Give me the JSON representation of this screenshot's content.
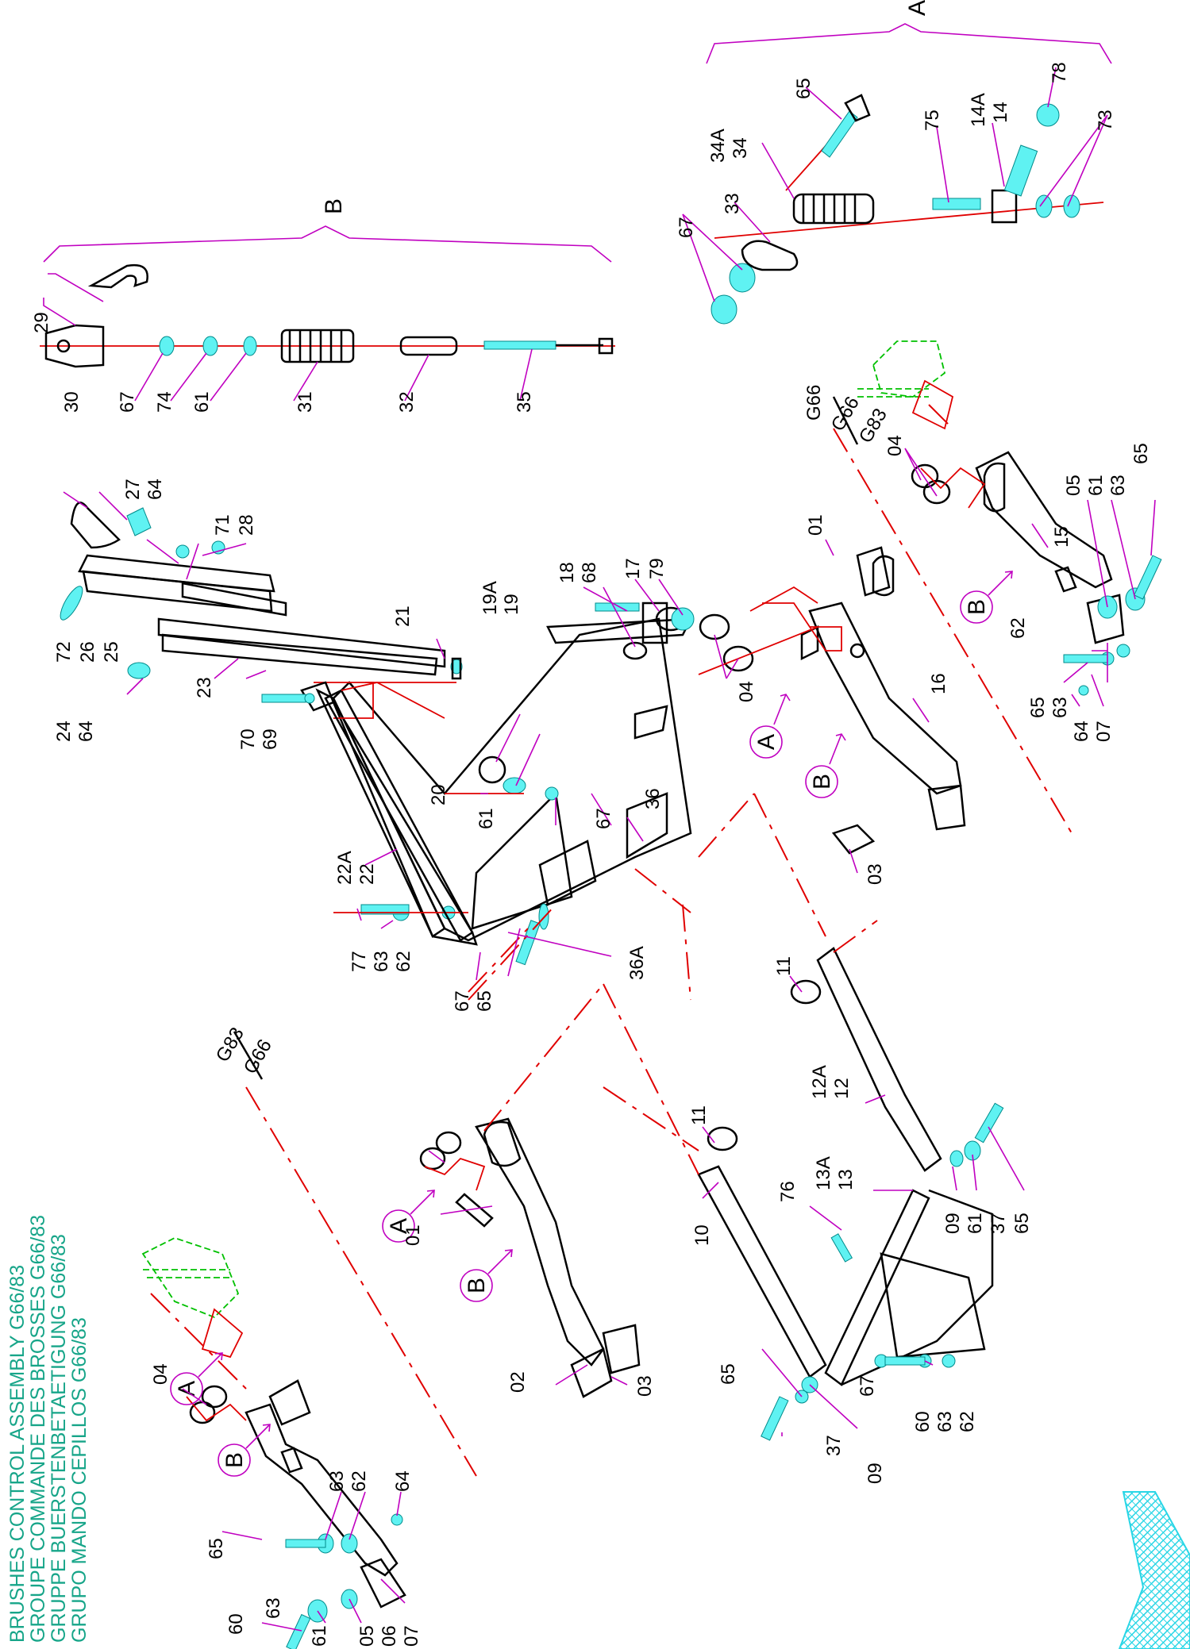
{
  "titles": [
    "BRUSHES CONTROL ASSEMBLY G66/83",
    "GROUPE COMMANDE DES BROSSES G66/83",
    "GRUPPE BUERSTENBETAETIGUNG G66/83",
    "GRUPO MANDO CEPILLOS G66/83"
  ],
  "groups": {
    "a": "A",
    "b": "B"
  },
  "variants": {
    "upper": "G66",
    "lower": "G83"
  },
  "callouts": {
    "c01": "01",
    "c02": "02",
    "c03": "03",
    "c04": "04",
    "c05": "05",
    "c06": "06",
    "c07": "07",
    "c09": "09",
    "c10": "10",
    "c11": "11",
    "c12": "12",
    "c12a": "12A",
    "c13": "13",
    "c13a": "13A",
    "c14": "14",
    "c14a": "14A",
    "c15": "15",
    "c16": "16",
    "c17": "17",
    "c18": "18",
    "c19": "19",
    "c19a": "19A",
    "c20": "20",
    "c21": "21",
    "c22": "22",
    "c22a": "22A",
    "c23": "23",
    "c24": "24",
    "c25": "25",
    "c26": "26",
    "c27": "27",
    "c28": "28",
    "c29": "29",
    "c30": "30",
    "c31": "31",
    "c32": "32",
    "c33": "33",
    "c34": "34",
    "c34a": "34A",
    "c35": "35",
    "c36": "36",
    "c36a": "36A",
    "c37": "37",
    "c60": "60",
    "c61": "61",
    "c62": "62",
    "c63": "63",
    "c64": "64",
    "c65": "65",
    "c67": "67",
    "c68": "68",
    "c69": "69",
    "c70": "70",
    "c71": "71",
    "c72": "72",
    "c73": "73",
    "c74": "74",
    "c75": "75",
    "c76": "76",
    "c77": "77",
    "c78": "78",
    "c79": "79"
  },
  "colors": {
    "title": "#17a589",
    "axis_line": "#e00000",
    "leader_line": "#c000c0",
    "hardware": "#5ff2f2",
    "ghost_part": "#00c000",
    "logo": "#29d6e6"
  }
}
